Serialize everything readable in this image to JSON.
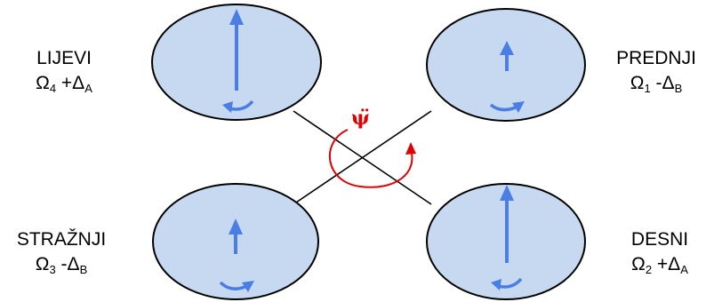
{
  "labels": {
    "left": {
      "name": "LIJEVI",
      "omega": "Ω",
      "omega_sub": "4",
      "op": " +",
      "delta": "Δ",
      "delta_sub": "A"
    },
    "front": {
      "name": "PREDNJI",
      "omega": "Ω",
      "omega_sub": "1",
      "op": " -",
      "delta": "Δ",
      "delta_sub": "B"
    },
    "back": {
      "name": "STRAŽNJI",
      "omega": "Ω",
      "omega_sub": "3",
      "op": " -",
      "delta": "Δ",
      "delta_sub": "B"
    },
    "right": {
      "name": "DESNI",
      "omega": "Ω",
      "omega_sub": "2",
      "op": " +",
      "delta": "Δ",
      "delta_sub": "A"
    }
  },
  "yaw_symbol": "ψ̈",
  "colors": {
    "rotor_fill": "#c6d9f1",
    "rotor_stroke": "#000000",
    "arrow": "#4a7ee3",
    "yaw": "#e00000",
    "arm": "#000000"
  }
}
